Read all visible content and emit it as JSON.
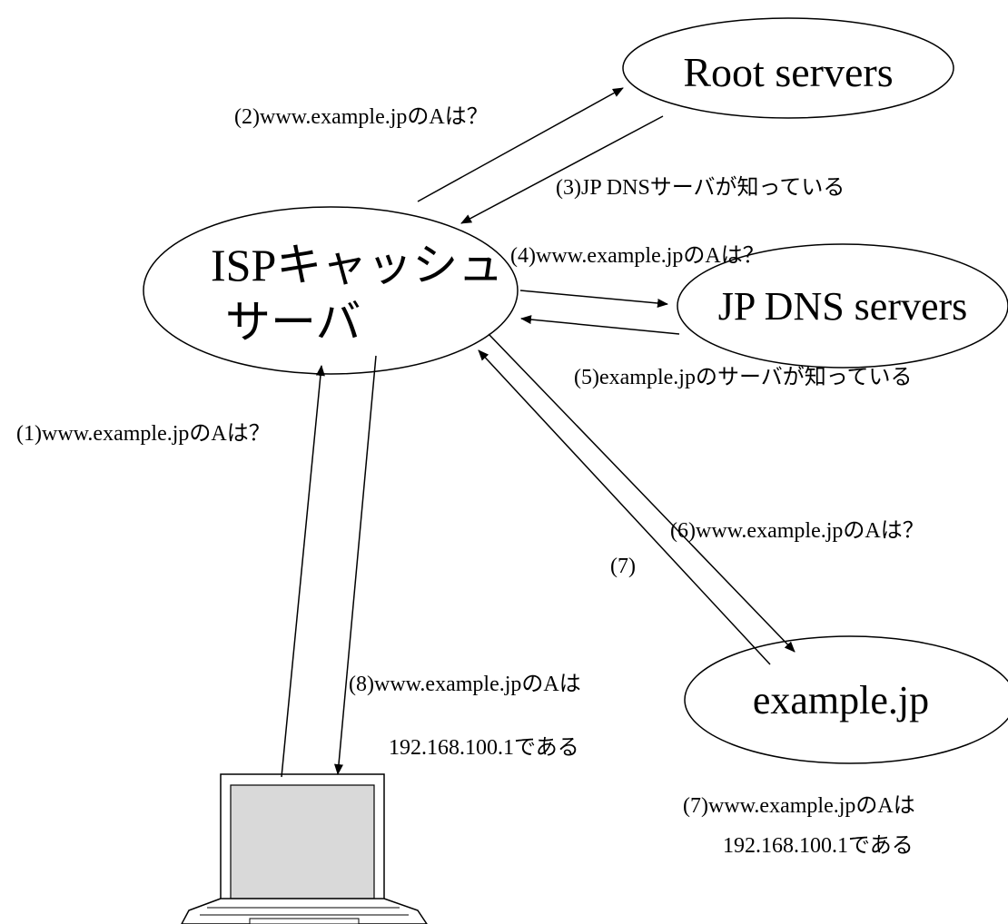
{
  "nodes": {
    "root": "Root servers",
    "isp_line1": "ISPキャッシュ",
    "isp_line2": "サーバ",
    "jpdns": "JP DNS servers",
    "example": "example.jp"
  },
  "messages": {
    "m1": "(1)www.example.jpのAは？",
    "m2": "(2)www.example.jpのAは？",
    "m3": "(3)JP DNSサーバが知っている",
    "m4": "(4)www.example.jpのAは？",
    "m5": "(5)example.jpのサーバが知っている",
    "m6": "(6)www.example.jpのAは？",
    "m7_short": "(7)",
    "m7_line1": "(7)www.example.jpのAは",
    "m7_line2": "192.168.100.1である",
    "m8_line1": "(8)www.example.jpのAは",
    "m8_line2": "192.168.100.1である"
  },
  "colors": {
    "stroke": "#000000",
    "background": "#ffffff",
    "screen": "#d9d9d9"
  }
}
